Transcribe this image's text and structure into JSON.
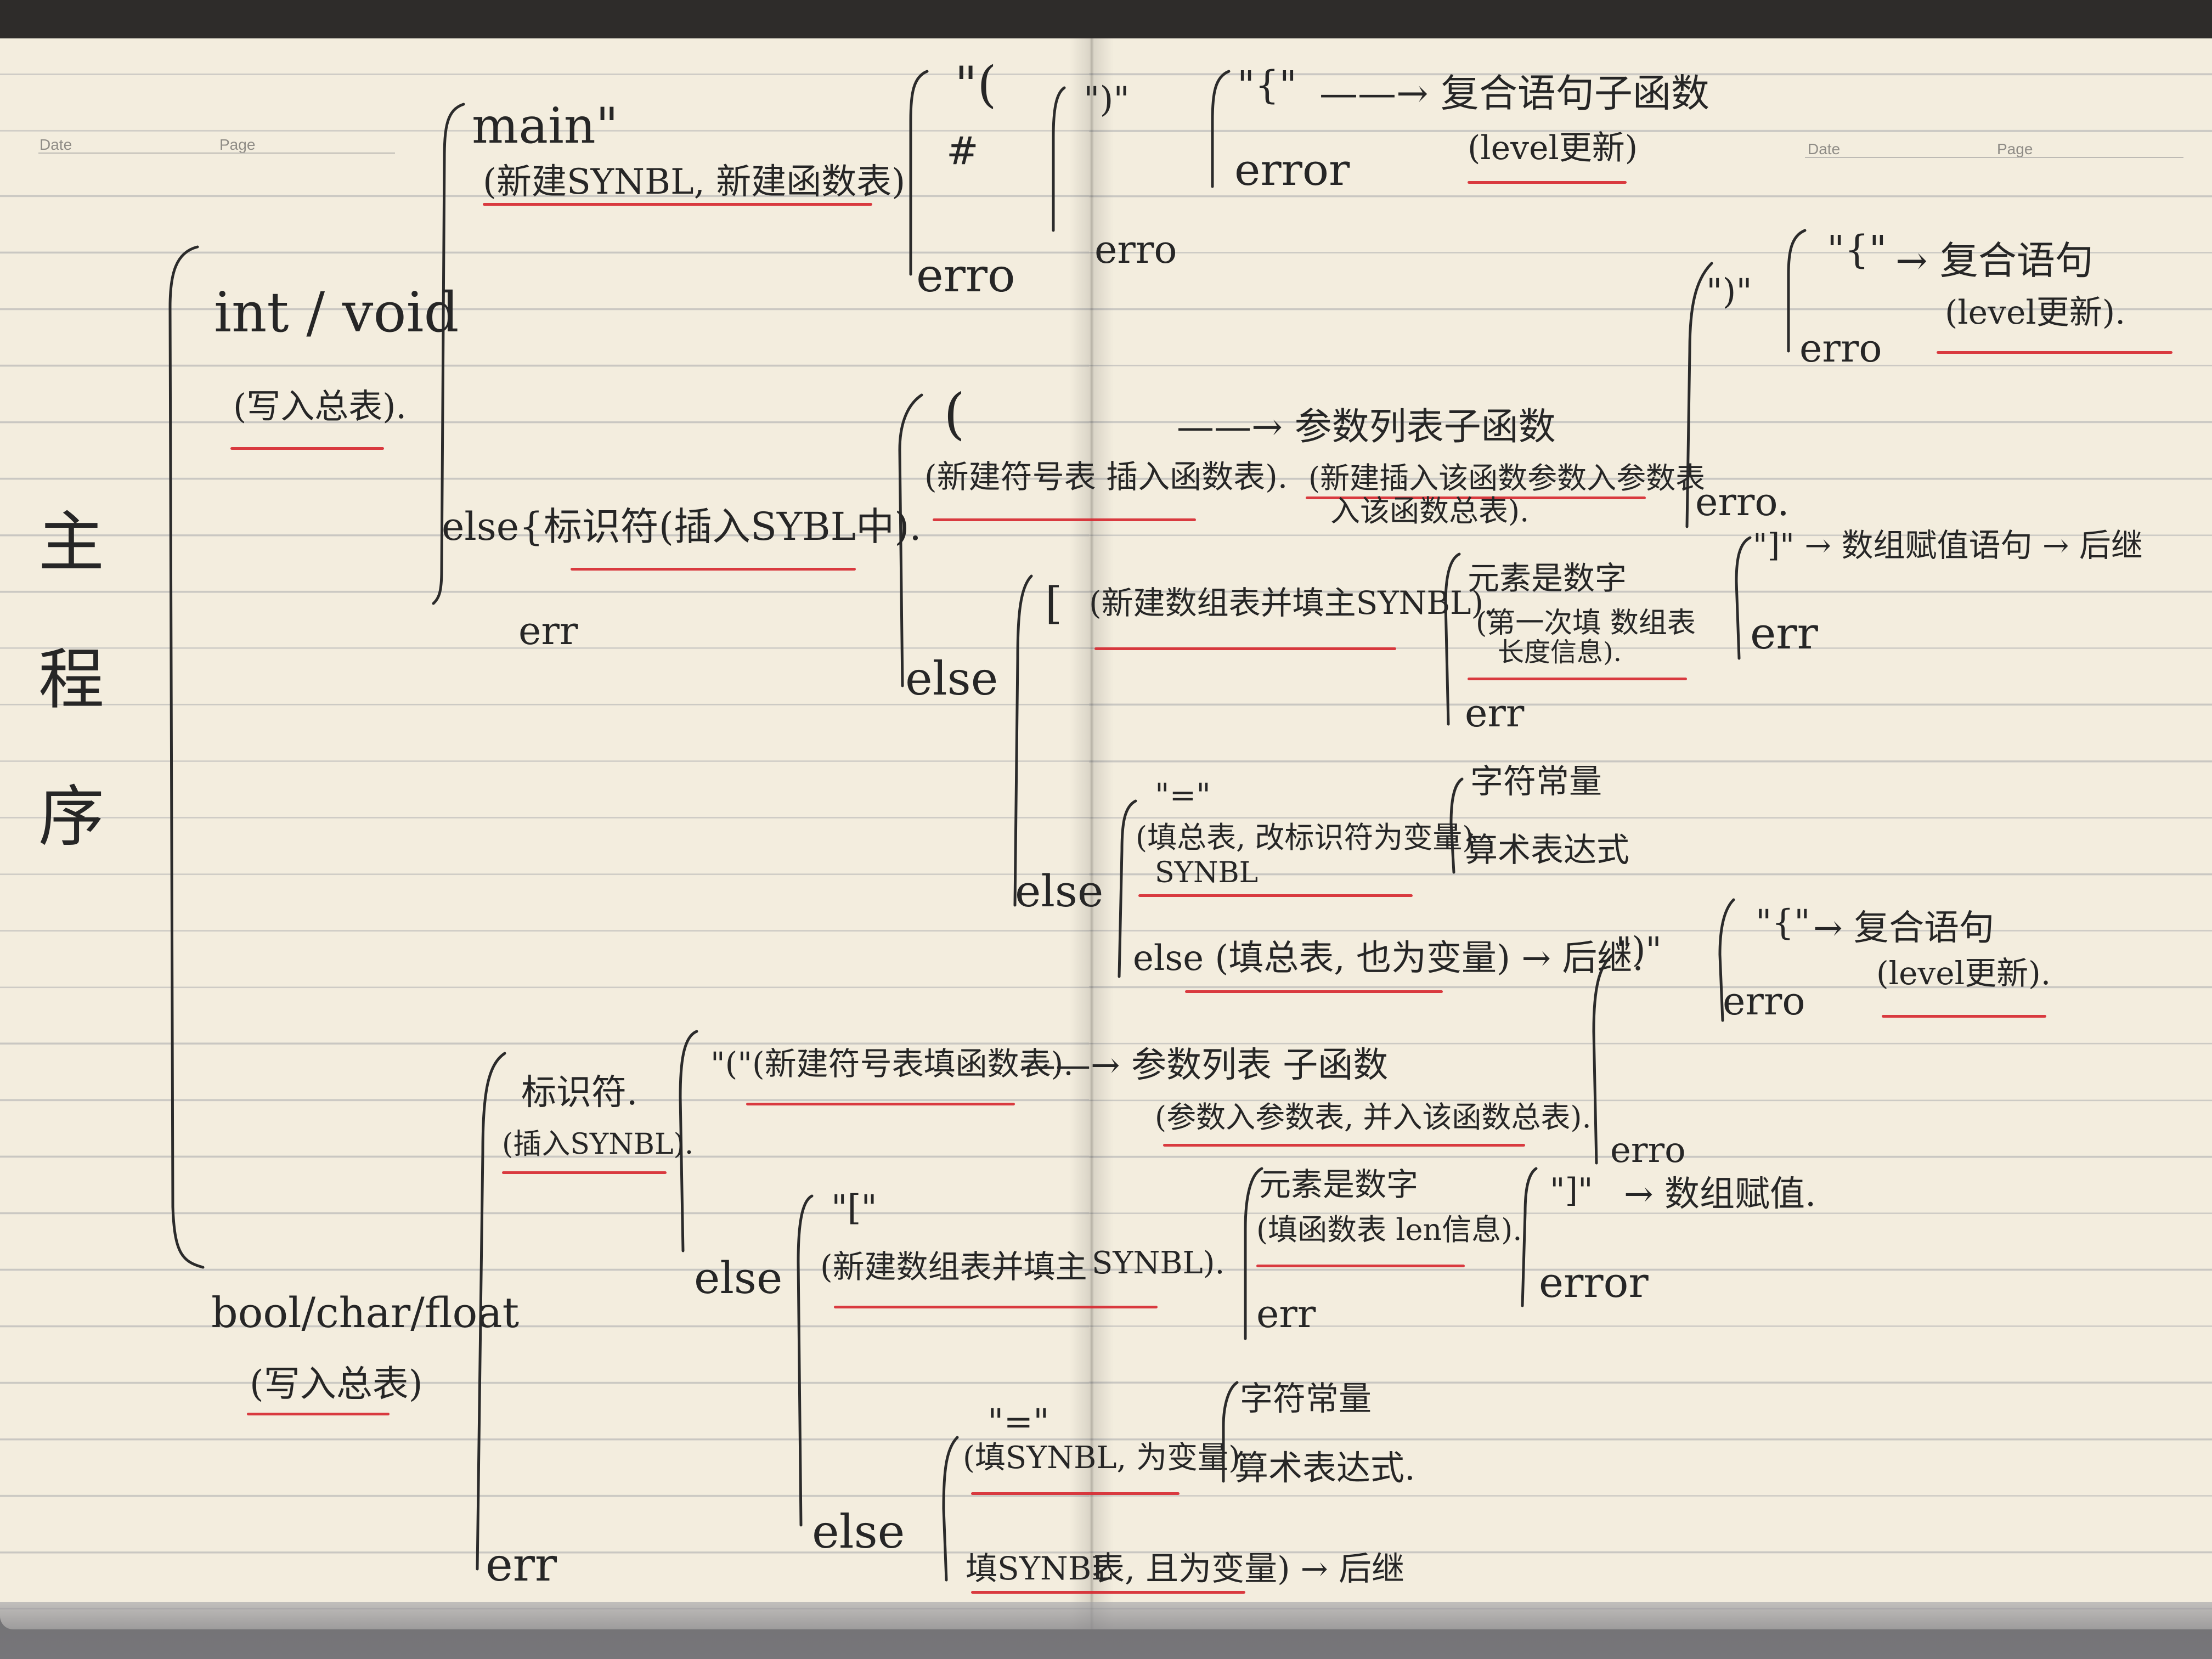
{
  "header": {
    "left": {
      "date_label": "Date",
      "page_label": "Page"
    },
    "right": {
      "date_label": "Date",
      "page_label": "Page"
    }
  },
  "left_page": {
    "title": [
      "主",
      "程",
      "序"
    ],
    "int_void": "int / void",
    "int_void_note": "(写入总表).",
    "main": "main\"",
    "main_note": "(新建SYNBL, 新建函数表)",
    "paren_open": "\"(",
    "hash": "#",
    "erro_1": "erro",
    "paren_open_2": "(",
    "new_params_note": "(新建符号表 插入函数表).",
    "else_1": "else",
    "else_ident": "else{标识符(插入SYBL中).",
    "err_1": "err",
    "ident": "标识符.",
    "ident_note": "(插入SYNBL).",
    "paren_open_3": "\"(\"(新建符号表填函数表).",
    "else_2": "else",
    "bracket": "\"[\"",
    "new_array_note": "(新建数组表并填主",
    "eq_sign": "\"=\"",
    "fill_synbl_var": "(填SYNBL, 为变量)",
    "else_3": "else",
    "bool_char_float": "bool/char/float",
    "bool_note": "(写入总表)",
    "err_2": "err",
    "fill_synbl_table": "填SYNBL"
  },
  "right_page": {
    "close_paren_1": "\")\"",
    "brace_open_1": "\"{\"",
    "compound_func": "——→ 复合语句子函数",
    "compound_func_note": "(level更新)",
    "error_1": "error",
    "erro_2": "erro",
    "brace_2": "\"{\"",
    "compound_1": "→ 复合语句",
    "compound_1_note": "(level更新).",
    "close_paren_2": "\")\"",
    "erro_3": "erro",
    "params_arrow": "——→ 参数列表子函数",
    "params_note": "(新建插入该函数参数入参数表",
    "params_note_2": "入该函数总表).",
    "erro_4": "erro.",
    "array_bracket": "\"]\" → 数组赋值语句 → 后继",
    "err_3": "err",
    "new_array": "(新建数组表并填主SYNBL).",
    "elem_digit": "元素是数字",
    "elem_digit_note": "(第一次填 数组表",
    "elem_digit_note_2": "长度信息).",
    "err_4": "err",
    "eq_sign_2": "\"=\"",
    "fill_total": "(填总表, 改标识符为变量)",
    "synbl": "SYNBL",
    "char_const": "字符常量",
    "arith_expr": "算术表达式",
    "else_4": "else",
    "else_fill": "else (填总表, 也为变量) → 后继.",
    "close_paren_3": "\")\"",
    "brace_3": "\"{\"",
    "compound_2": "→ 复合语句",
    "compound_2_note": "(level更新).",
    "erro_5": "erro",
    "params_arrow_2": "——→ 参数列表 子函数",
    "params_arrow_2_note": "(参数入参数表, 并入该函数总表).",
    "erro_6": "erro",
    "elem_digit_2": "元素是数字",
    "elem_digit_2_note": "(填函数表 len信息).",
    "close_bracket_2": "\"]\"",
    "array_assign": "→ 数组赋值.",
    "error_2": "error",
    "err_5": "err",
    "synbl_close": "SYNBL).",
    "char_const_2": "字符常量",
    "arith_expr_2": "算术表达式.",
    "fill_var": "表, 且为变量) → 后继"
  },
  "colors": {
    "ink": "#262626",
    "underline": "#d6262e",
    "paper": "#f3edde",
    "rule": "#c9c7c2"
  }
}
